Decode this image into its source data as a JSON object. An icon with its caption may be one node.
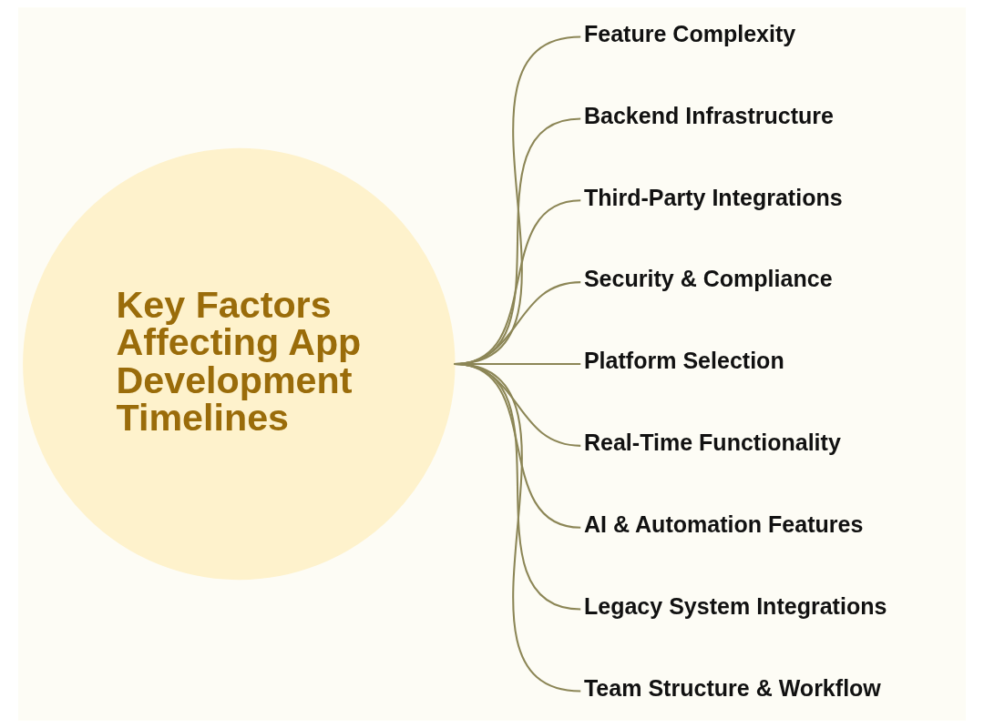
{
  "diagram": {
    "nodes": [
      {
        "text": [
          "Key Factors Affecting App Development Timelines"
        ]
      },
      {
        "text": [
          "Feature Complexity"
        ]
      },
      {
        "text": [
          "Backend Infrastructure"
        ]
      },
      {
        "text": [
          "Third-Party Integrations"
        ]
      },
      {
        "text": [
          "Security & Compliance"
        ]
      },
      {
        "text": [
          "Platform Selection"
        ]
      },
      {
        "text": [
          "Real-Time Functionality"
        ]
      },
      {
        "text": [
          "AI & Automation Features"
        ]
      },
      {
        "text": [
          "Legacy System Integrations"
        ]
      },
      {
        "text": [
          "Team Structure & Workflow"
        ]
      }
    ],
    "edges": [
      {
        "from": 0,
        "to": 1,
        "arrow": "none"
      },
      {
        "from": 0,
        "to": 2,
        "arrow": "none"
      },
      {
        "from": 0,
        "to": 3,
        "arrow": "none"
      },
      {
        "from": 0,
        "to": 4,
        "arrow": "none"
      },
      {
        "from": 0,
        "to": 5,
        "arrow": "none"
      },
      {
        "from": 0,
        "to": 6,
        "arrow": "none"
      },
      {
        "from": 0,
        "to": 7,
        "arrow": "none"
      },
      {
        "from": 0,
        "to": 8,
        "arrow": "none"
      },
      {
        "from": 0,
        "to": 9,
        "arrow": "none"
      }
    ]
  }
}
